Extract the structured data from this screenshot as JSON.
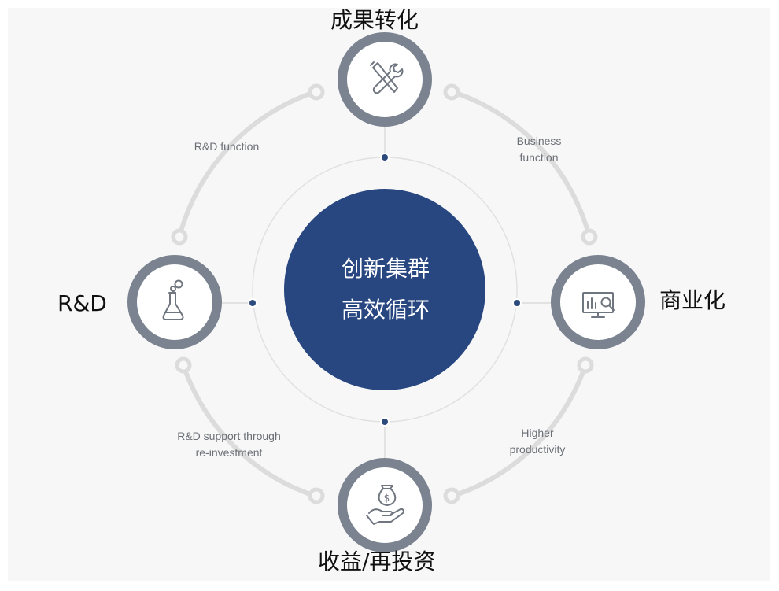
{
  "nodes": {
    "top": {
      "label": "成果转化",
      "icon": "wrench-screwdriver-icon"
    },
    "right": {
      "label": "商业化",
      "icon": "analytics-monitor-icon"
    },
    "bottom": {
      "label": "收益/再投资",
      "icon": "money-bag-hand-icon"
    },
    "left": {
      "label": "R&D",
      "icon": "flask-icon"
    }
  },
  "arcs": {
    "top_left": "R&D function",
    "top_right": [
      "Business",
      "function"
    ],
    "bottom_left": [
      "R&D support through",
      "re-investment"
    ],
    "bottom_right": [
      "Higher",
      "productivity"
    ]
  },
  "center": {
    "line1": "创新集群",
    "line2": "高效循环"
  },
  "colors": {
    "center_fill": "#284780",
    "node_ring": "#7b8390",
    "arc": "#dcdcdc",
    "dot": "#2d4a7c"
  }
}
